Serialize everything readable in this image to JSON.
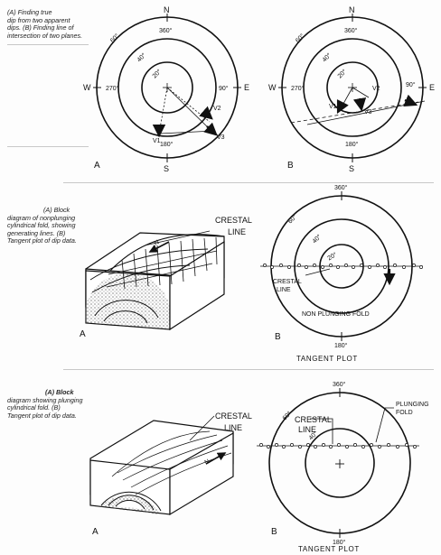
{
  "panel1": {
    "caption": [
      "(A) Finding true",
      "dip from two apparent",
      "dips. (B) Finding line of",
      "intersection of two planes."
    ],
    "labelA": "A",
    "labelB": "B",
    "compass": {
      "n": "N",
      "s": "S",
      "e": "E",
      "w": "W"
    },
    "a": {
      "d360": "360°",
      "d90": "90°",
      "d180": "180°",
      "d270": "270°",
      "r60": "60°",
      "r40": "40°",
      "r20": "20°",
      "v1": "V1",
      "v2": "V2",
      "v3": "V3"
    },
    "b": {
      "d360": "360°",
      "d90": "90°",
      "d180": "180°",
      "d270": "270°",
      "r60": "60°",
      "r40": "40°",
      "r20": "20°",
      "v1": "V1",
      "v2": "V2",
      "v3": "V3"
    }
  },
  "panel2": {
    "caption": [
      "(A) Block",
      "diagram of nonplunging",
      "cylindrical fold, showing",
      "generating lines. (B)",
      "Tangent plot of dip data."
    ],
    "crestal_line": [
      "CRESTAL",
      "LINE"
    ],
    "north": "N",
    "labelA": "A",
    "labelB": "B",
    "d360": "360°",
    "d180": "180°",
    "r60": "60°",
    "r40": "40°",
    "r20": "20°",
    "crestal_line_b": [
      "CRESTAL",
      "LINE"
    ],
    "non_plunging_fold": "NON PLUNGING FOLD",
    "tangent_plot": "TANGENT   PLOT"
  },
  "panel3": {
    "caption": [
      "(A) Block",
      "diagram showing plunging",
      "cylindrical fold. (B)",
      "Tangent plot of dip data."
    ],
    "crestal_line": [
      "CRESTAL",
      "LINE"
    ],
    "north": "N",
    "labelA": "A",
    "labelB": "B",
    "d360": "360°",
    "d180": "180°",
    "r60": "60°",
    "r40": "40°",
    "crestal_line_b": [
      "CRESTAL",
      "LINE"
    ],
    "plunging_fold": [
      "PLUNGING",
      "FOLD"
    ],
    "tangent_plot": "TANGENT   PLOT"
  }
}
